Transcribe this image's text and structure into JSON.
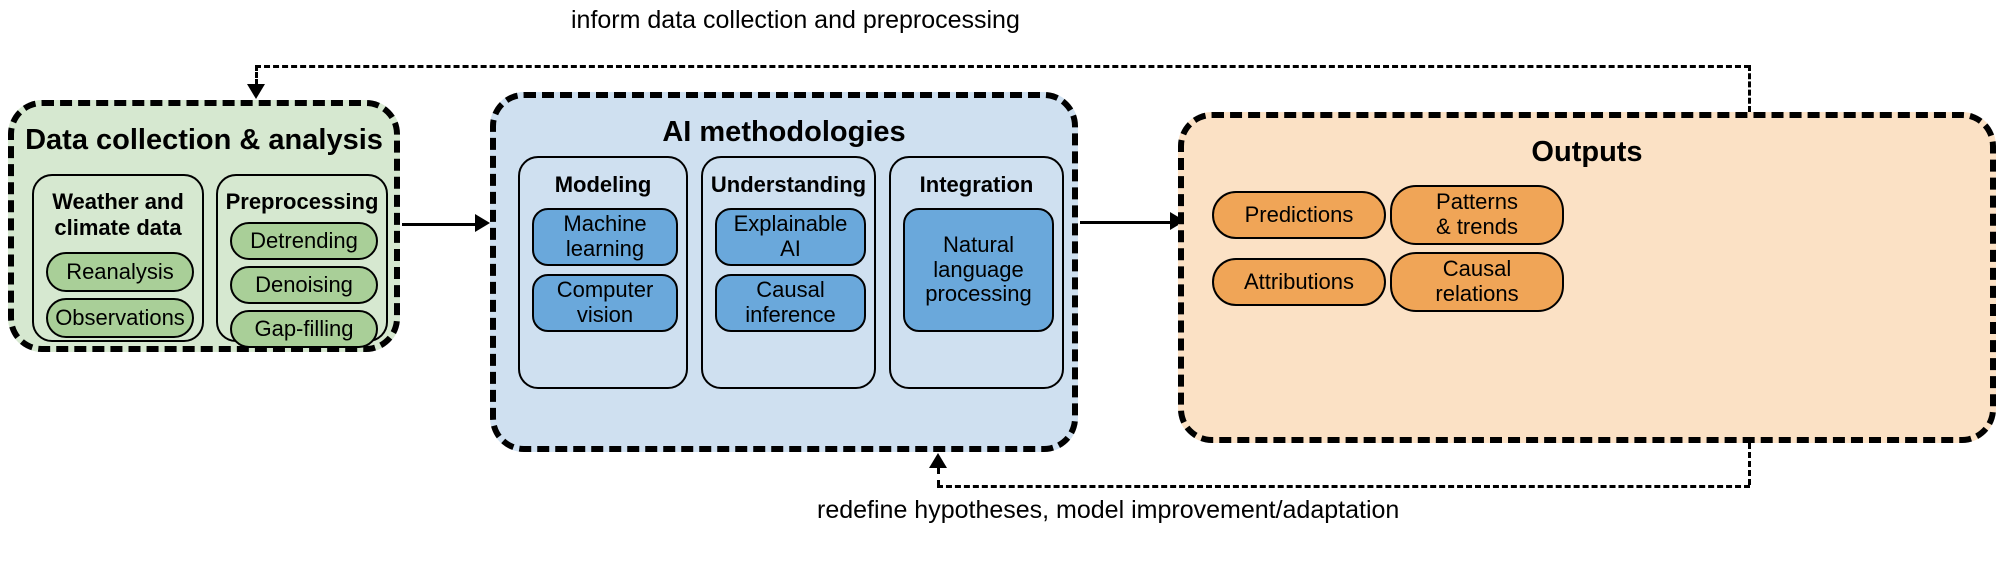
{
  "diagram": {
    "title_top_annotation": "inform data collection and preprocessing",
    "title_bottom_annotation": "redefine hypotheses, model improvement/adaptation",
    "colors": {
      "green_fill": "#d6e8d0",
      "green_pill": "#a9cf98",
      "blue_fill": "#cfe0f0",
      "blue_pill": "#6aa8db",
      "orange_fill": "#fbe1c5",
      "orange_pill": "#f0a557",
      "stroke": "#000000"
    },
    "stages": [
      {
        "id": "data-collection",
        "title": "Data collection & analysis",
        "panels": [
          {
            "id": "weather-climate-data",
            "title": "Weather and\nclimate data",
            "title_line1": "Weather and",
            "title_line2": "climate data",
            "items": [
              "Reanalysis",
              "Observations"
            ]
          },
          {
            "id": "preprocessing",
            "title": "Preprocessing",
            "items": [
              "Detrending",
              "Denoising",
              "Gap-filling"
            ]
          }
        ]
      },
      {
        "id": "ai-methodologies",
        "title": "AI methodologies",
        "panels": [
          {
            "id": "modeling",
            "title": "Modeling",
            "items": [
              "Machine\nlearning",
              "Computer\nvision"
            ]
          },
          {
            "id": "understanding",
            "title": "Understanding",
            "items": [
              "Explainable\nAI",
              "Causal\ninference"
            ]
          },
          {
            "id": "integration",
            "title": "Integration",
            "items": [
              "Natural\nlanguage\nprocessing"
            ]
          }
        ]
      },
      {
        "id": "outputs",
        "title": "Outputs",
        "panels": [],
        "items": [
          "Predictions",
          "Patterns\n& trends",
          "Attributions",
          "Causal\nrelations"
        ]
      }
    ],
    "flow_arrows": [
      {
        "id": "data-to-ai",
        "from": "data-collection",
        "to": "ai-methodologies",
        "style": "solid"
      },
      {
        "id": "ai-to-outputs",
        "from": "ai-methodologies",
        "to": "outputs",
        "style": "solid"
      },
      {
        "id": "outputs-to-data",
        "from": "outputs",
        "to": "data-collection",
        "style": "dashed",
        "label": "inform data collection and preprocessing"
      },
      {
        "id": "outputs-to-ai",
        "from": "outputs",
        "to": "ai-methodologies",
        "style": "dashed",
        "label": "redefine hypotheses, model improvement/adaptation"
      }
    ]
  },
  "green": {
    "title": "Data collection & analysis",
    "panel_a_title_l1": "Weather and",
    "panel_a_title_l2": "climate data",
    "panel_a_item_1": "Reanalysis",
    "panel_a_item_2": "Observations",
    "panel_b_title": "Preprocessing",
    "panel_b_item_1": "Detrending",
    "panel_b_item_2": "Denoising",
    "panel_b_item_3": "Gap-filling"
  },
  "blue": {
    "title": "AI methodologies",
    "p1_title": "Modeling",
    "p1_i1_l1": "Machine",
    "p1_i1_l2": "learning",
    "p1_i2_l1": "Computer",
    "p1_i2_l2": "vision",
    "p2_title": "Understanding",
    "p2_i1_l1": "Explainable",
    "p2_i1_l2": "AI",
    "p2_i2_l1": "Causal",
    "p2_i2_l2": "inference",
    "p3_title": "Integration",
    "p3_i1_l1": "Natural",
    "p3_i1_l2": "language",
    "p3_i1_l3": "processing"
  },
  "orange": {
    "title": "Outputs",
    "i1": "Predictions",
    "i2_l1": "Patterns",
    "i2_l2": "& trends",
    "i3": "Attributions",
    "i4_l1": "Causal",
    "i4_l2": "relations"
  },
  "annotations": {
    "top": "inform data collection and preprocessing",
    "bottom": "redefine hypotheses, model improvement/adaptation"
  }
}
